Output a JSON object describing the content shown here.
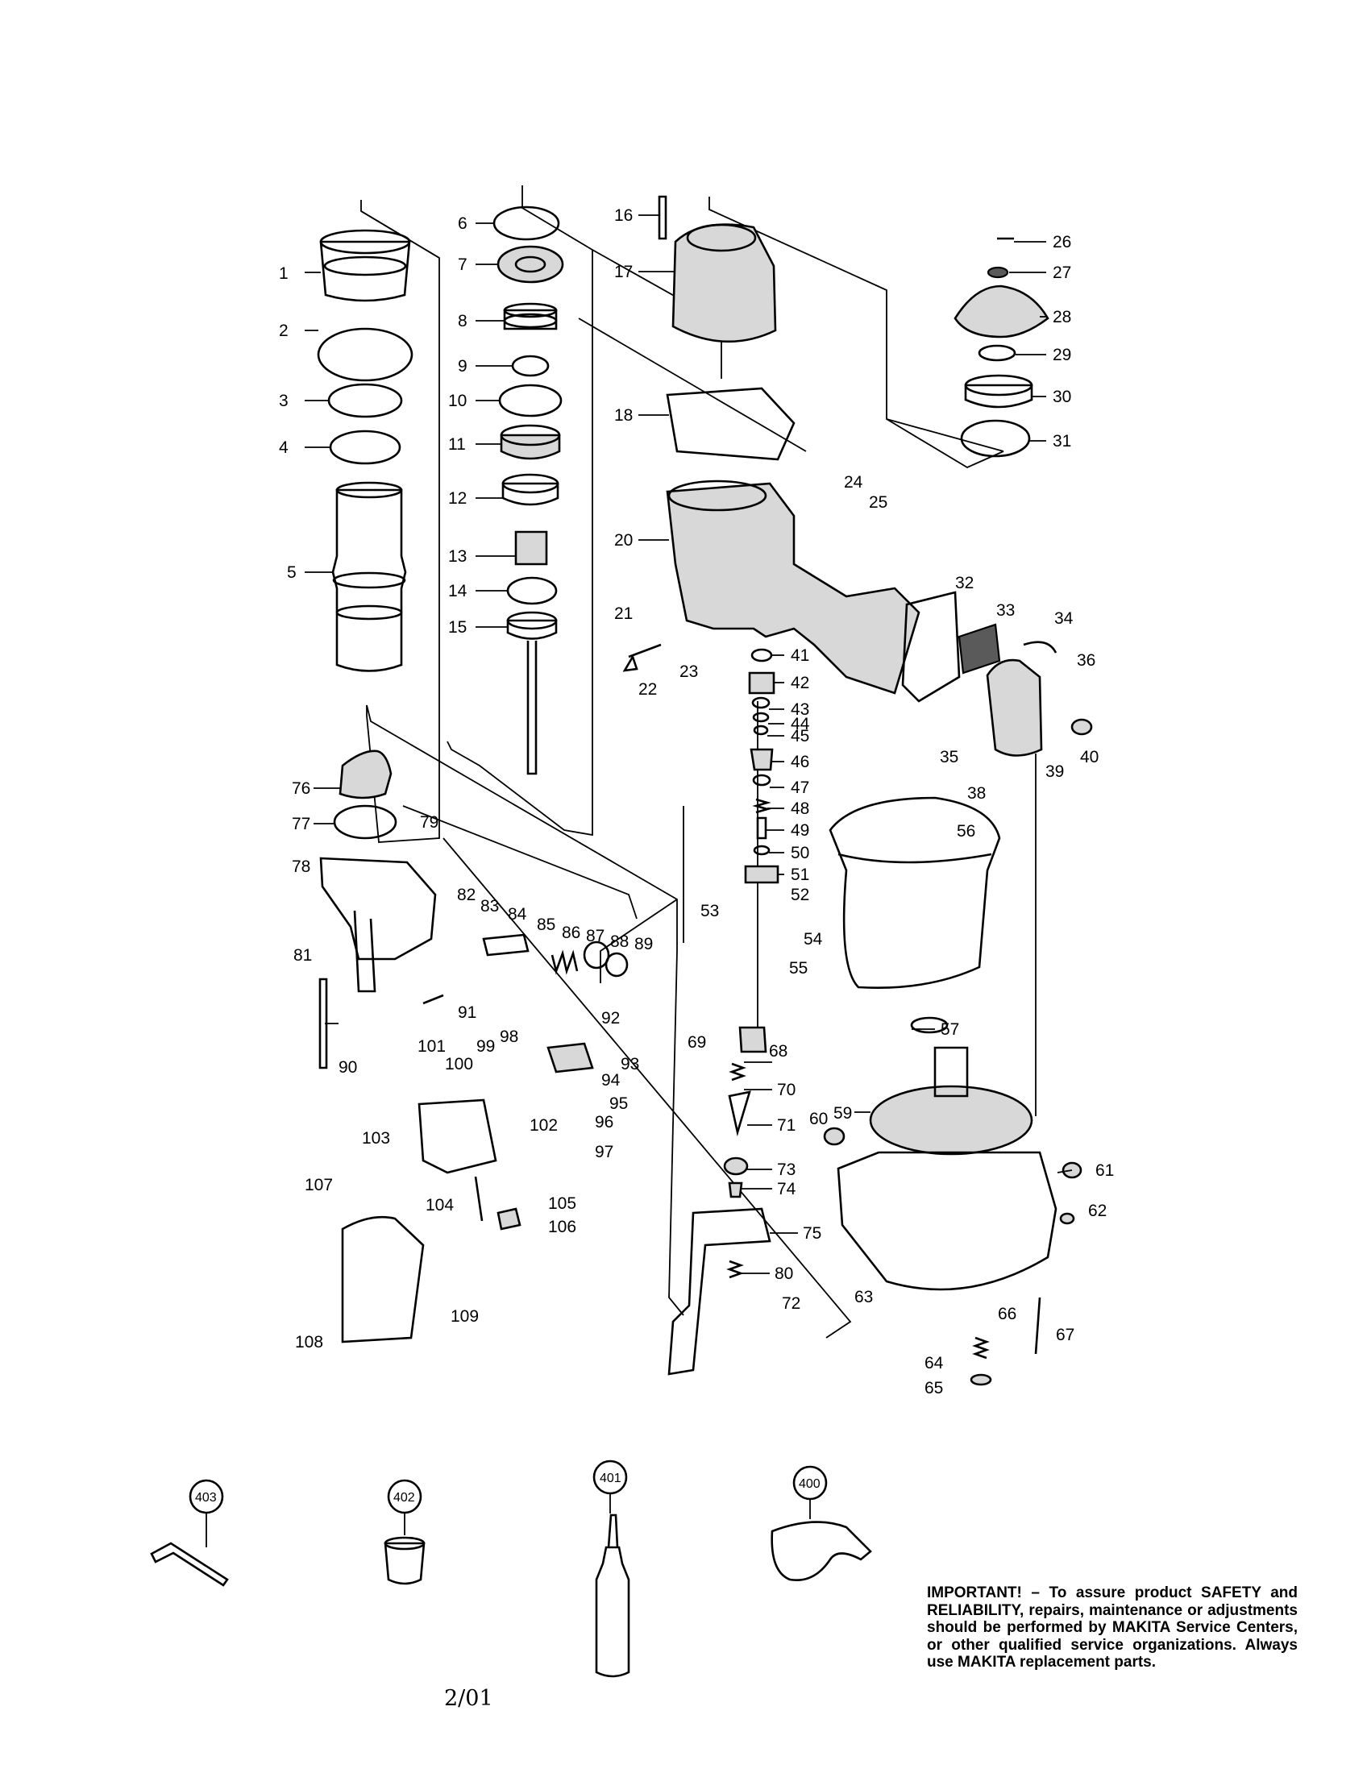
{
  "notice": "IMPORTANT! – To assure product SAFETY and RELIABILITY, repairs, maintenance or adjustments should be performed by MAKITA Service Centers, or other qualified service organizations. Always use MAKITA replacement parts.",
  "date_code": "2/01",
  "callouts": [
    {
      "num": "1"
    },
    {
      "num": "2"
    },
    {
      "num": "3"
    },
    {
      "num": "4"
    },
    {
      "num": "5"
    },
    {
      "num": "6"
    },
    {
      "num": "7"
    },
    {
      "num": "8"
    },
    {
      "num": "9"
    },
    {
      "num": "10"
    },
    {
      "num": "11"
    },
    {
      "num": "12"
    },
    {
      "num": "13"
    },
    {
      "num": "14"
    },
    {
      "num": "15"
    },
    {
      "num": "16"
    },
    {
      "num": "17"
    },
    {
      "num": "18"
    },
    {
      "num": "20"
    },
    {
      "num": "21"
    },
    {
      "num": "22"
    },
    {
      "num": "23"
    },
    {
      "num": "24"
    },
    {
      "num": "25"
    },
    {
      "num": "26"
    },
    {
      "num": "27"
    },
    {
      "num": "28"
    },
    {
      "num": "29"
    },
    {
      "num": "30"
    },
    {
      "num": "31"
    },
    {
      "num": "32"
    },
    {
      "num": "33"
    },
    {
      "num": "34"
    },
    {
      "num": "35"
    },
    {
      "num": "36"
    },
    {
      "num": "38"
    },
    {
      "num": "39"
    },
    {
      "num": "40"
    },
    {
      "num": "41"
    },
    {
      "num": "42"
    },
    {
      "num": "43"
    },
    {
      "num": "44"
    },
    {
      "num": "45"
    },
    {
      "num": "46"
    },
    {
      "num": "47"
    },
    {
      "num": "48"
    },
    {
      "num": "49"
    },
    {
      "num": "50"
    },
    {
      "num": "51"
    },
    {
      "num": "52"
    },
    {
      "num": "53"
    },
    {
      "num": "54"
    },
    {
      "num": "55"
    },
    {
      "num": "56"
    },
    {
      "num": "57"
    },
    {
      "num": "59"
    },
    {
      "num": "60"
    },
    {
      "num": "61"
    },
    {
      "num": "62"
    },
    {
      "num": "63"
    },
    {
      "num": "64"
    },
    {
      "num": "65"
    },
    {
      "num": "66"
    },
    {
      "num": "67"
    },
    {
      "num": "68"
    },
    {
      "num": "69"
    },
    {
      "num": "70"
    },
    {
      "num": "71"
    },
    {
      "num": "72"
    },
    {
      "num": "73"
    },
    {
      "num": "74"
    },
    {
      "num": "75"
    },
    {
      "num": "76"
    },
    {
      "num": "77"
    },
    {
      "num": "78"
    },
    {
      "num": "79"
    },
    {
      "num": "80"
    },
    {
      "num": "81"
    },
    {
      "num": "82"
    },
    {
      "num": "83"
    },
    {
      "num": "84"
    },
    {
      "num": "85"
    },
    {
      "num": "86"
    },
    {
      "num": "87"
    },
    {
      "num": "88"
    },
    {
      "num": "89"
    },
    {
      "num": "90"
    },
    {
      "num": "91"
    },
    {
      "num": "92"
    },
    {
      "num": "93"
    },
    {
      "num": "94"
    },
    {
      "num": "95"
    },
    {
      "num": "96"
    },
    {
      "num": "97"
    },
    {
      "num": "98"
    },
    {
      "num": "99"
    },
    {
      "num": "100"
    },
    {
      "num": "101"
    },
    {
      "num": "102"
    },
    {
      "num": "103"
    },
    {
      "num": "104"
    },
    {
      "num": "105"
    },
    {
      "num": "106"
    },
    {
      "num": "107"
    },
    {
      "num": "108"
    },
    {
      "num": "109"
    }
  ],
  "accessories": [
    {
      "num": "400"
    },
    {
      "num": "401"
    },
    {
      "num": "402"
    },
    {
      "num": "403"
    }
  ]
}
